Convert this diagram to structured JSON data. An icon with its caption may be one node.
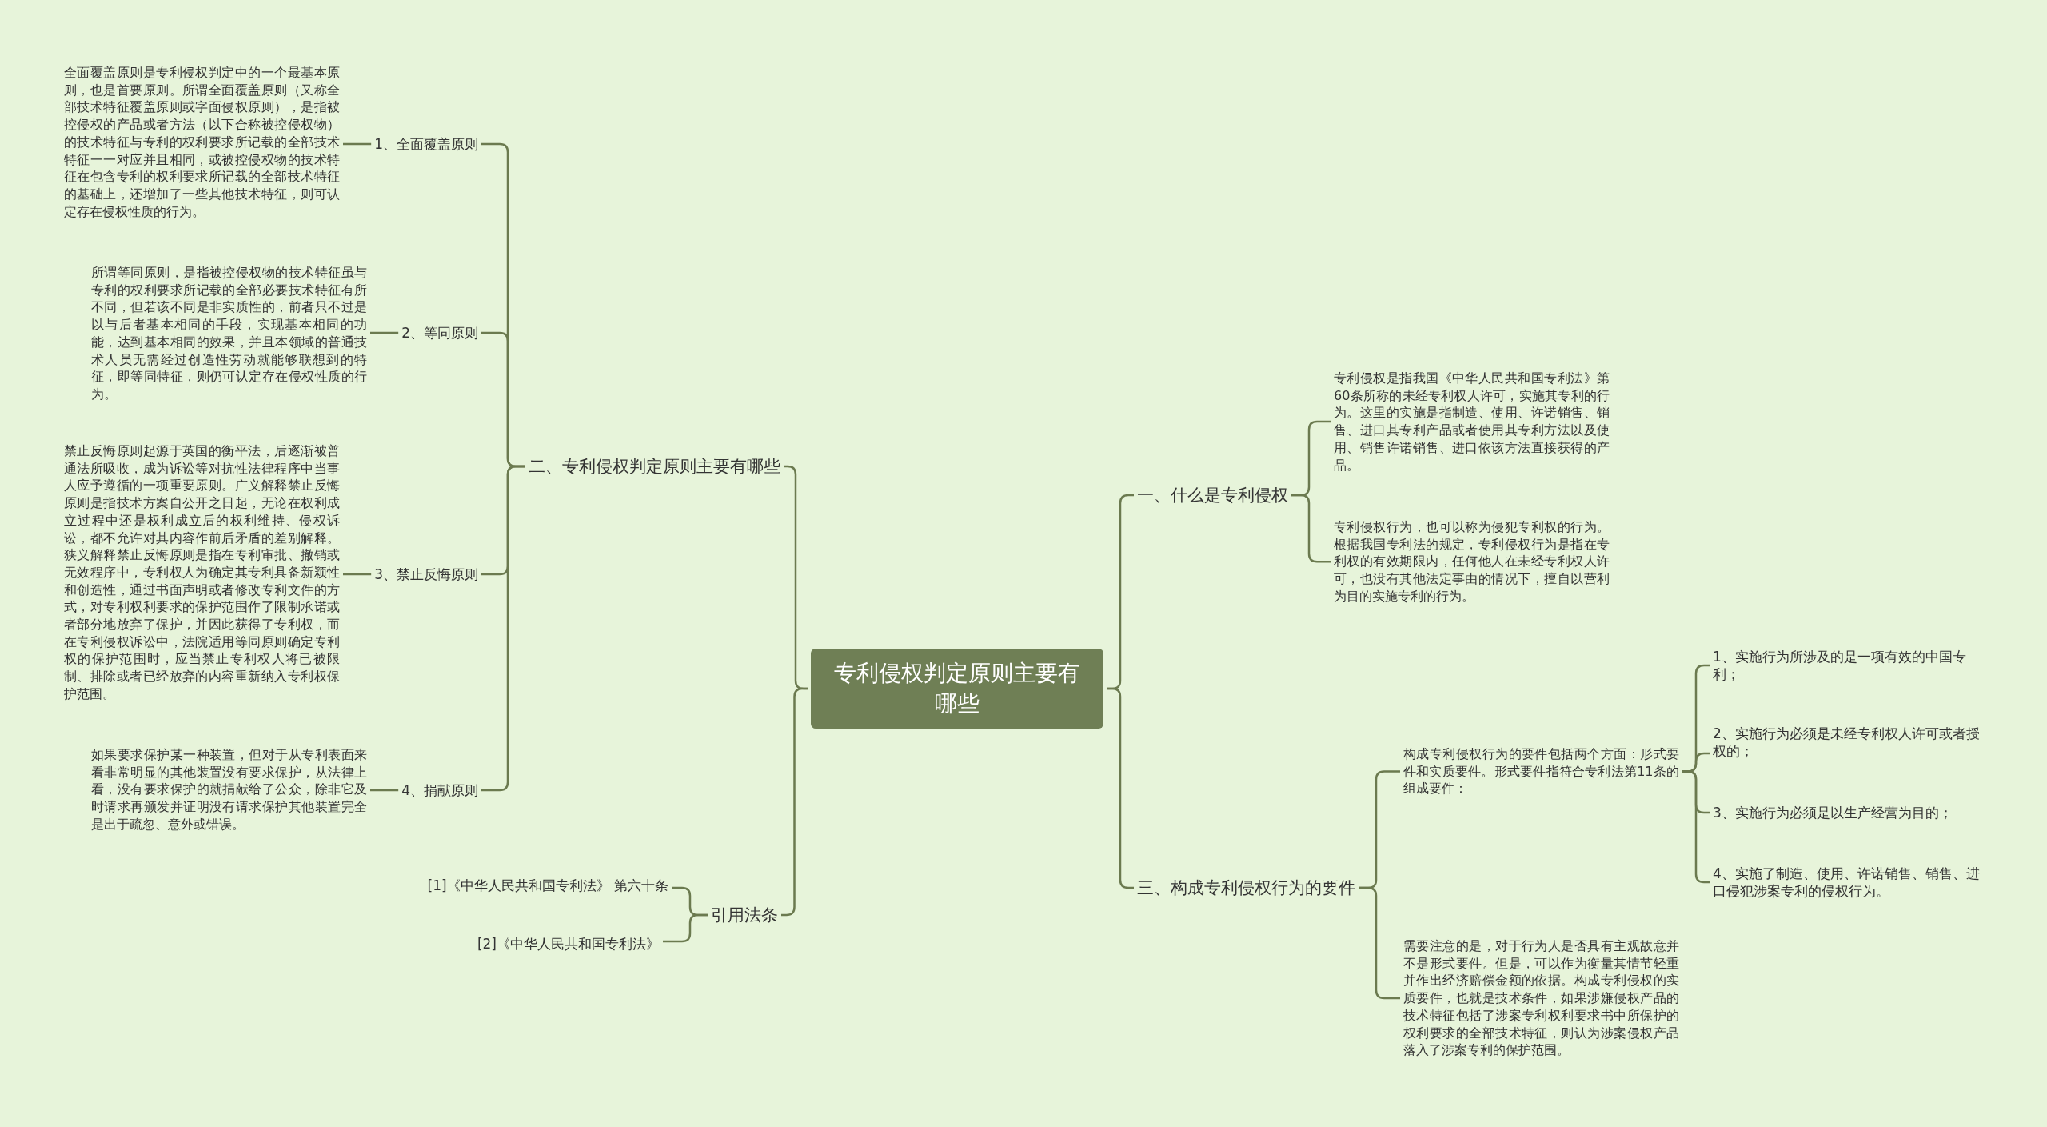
{
  "diagram": {
    "nodes": [
      {
        "text": [
          "专利侵权判定原则主要有哪些"
        ]
      },
      {
        "text": [
          "二、专利侵权判定原则主要有哪些"
        ]
      },
      {
        "text": [
          "1、全面覆盖原则"
        ]
      },
      {
        "text": [
          "全面覆盖原则是专利侵权判定中的一个最基本原则，也是首要原则。所谓全面覆盖原则（又称全部技术特征覆盖原则或字面侵权原则），是指被控侵权的产品或者方法（以下合称被控侵权物）的技术特征与专利的权利要求所记载的全部技术特征一一对应并且相同，或被控侵权物的技术特征在包含专利的权利要求所记载的全部技术特征的基础上，还增加了一些其他技术特征，则可认定存在侵权性质的行为。"
        ]
      },
      {
        "text": [
          "2、等同原则"
        ]
      },
      {
        "text": [
          "所谓等同原则，是指被控侵权物的技术特征虽与专利的权利要求所记载的全部必要技术特征有所不同，但若该不同是非实质性的，前者只不过是以与后者基本相同的手段，实现基本相同的功能，达到基本相同的效果，并且本领域的普通技术人员无需经过创造性劳动就能够联想到的特征，即等同特征，则仍可认定存在侵权性质的行为。"
        ]
      },
      {
        "text": [
          "3、禁止反悔原则"
        ]
      },
      {
        "text": [
          "禁止反悔原则起源于英国的衡平法，后逐渐被普通法所吸收，成为诉讼等对抗性法律程序中当事人应予遵循的一项重要原则。广义解释禁止反悔原则是指技术方案自公开之日起，无论在权利成立过程中还是权利成立后的权利维持、侵权诉讼，都不允许对其内容作前后矛盾的差别解释。狭义解释禁止反悔原则是指在专利审批、撤销或无效程序中，专利权人为确定其专利具备新颖性和创造性，通过书面声明或者修改专利文件的方式，对专利权利要求的保护范围作了限制承诺或者部分地放弃了保护，并因此获得了专利权，而在专利侵权诉讼中，法院适用等同原则确定专利权的保护范围时，应当禁止专利权人将已被限制、排除或者已经放弃的内容重新纳入专利权保护范围。"
        ]
      },
      {
        "text": [
          "4、捐献原则"
        ]
      },
      {
        "text": [
          "如果要求保护某一种装置，但对于从专利表面来看非常明显的其他装置没有要求保护，从法律上看，没有要求保护的就捐献给了公众，除非它及时请求再颁发并证明没有请求保护其他装置完全是出于疏忽、意外或错误。"
        ]
      },
      {
        "text": [
          "引用法条"
        ]
      },
      {
        "text": [
          "[1]《中华人民共和国专利法》 第六十条"
        ]
      },
      {
        "text": [
          "[2]《中华人民共和国专利法》"
        ]
      },
      {
        "text": [
          "一、什么是专利侵权"
        ]
      },
      {
        "text": [
          "专利侵权是指我国《中华人民共和国专利法》第60条所称的未经专利权人许可，实施其专利的行为。这里的实施是指制造、使用、许诺销售、销售、进口其专利产品或者使用其专利方法以及使用、销售许诺销售、进口依该方法直接获得的产品。"
        ]
      },
      {
        "text": [
          "专利侵权行为，也可以称为侵犯专利权的行为。根据我国专利法的规定，专利侵权行为是指在专利权的有效期限内，任何他人在未经专利权人许可，也没有其他法定事由的情况下，擅自以营利为目的实施专利的行为。"
        ]
      },
      {
        "text": [
          "三、构成专利侵权行为的要件"
        ]
      },
      {
        "text": [
          "构成专利侵权行为的要件包括两个方面：形式要件和实质要件。形式要件指符合专利法第11条的组成要件："
        ]
      },
      {
        "text": [
          "需要注意的是，对于行为人是否具有主观故意并不是形式要件。但是，可以作为衡量其情节轻重并作出经济赔偿金额的依据。构成专利侵权的实质要件，也就是技术条件，如果涉嫌侵权产品的技术特征包括了涉案专利权利要求书中所保护的权利要求的全部技术特征，则认为涉案侵权产品落入了涉案专利的保护范围。"
        ]
      },
      {
        "text": [
          "1、实施行为所涉及的是一项有效的中国专利；"
        ]
      },
      {
        "text": [
          "2、实施行为必须是未经专利权人许可或者授权的；"
        ]
      },
      {
        "text": [
          "3、实施行为必须是以生产经营为目的；"
        ]
      },
      {
        "text": [
          "4、实施了制造、使用、许诺销售、销售、进口侵犯涉案专利的侵权行为。"
        ]
      }
    ],
    "edges": [
      {
        "from": 0,
        "to": 1,
        "arrow": "none"
      },
      {
        "from": 0,
        "to": 10,
        "arrow": "none"
      },
      {
        "from": 0,
        "to": 13,
        "arrow": "none"
      },
      {
        "from": 0,
        "to": 16,
        "arrow": "none"
      },
      {
        "from": 1,
        "to": 2,
        "arrow": "none"
      },
      {
        "from": 1,
        "to": 4,
        "arrow": "none"
      },
      {
        "from": 1,
        "to": 6,
        "arrow": "none"
      },
      {
        "from": 1,
        "to": 8,
        "arrow": "none"
      },
      {
        "from": 2,
        "to": 3,
        "arrow": "none"
      },
      {
        "from": 4,
        "to": 5,
        "arrow": "none"
      },
      {
        "from": 6,
        "to": 7,
        "arrow": "none"
      },
      {
        "from": 8,
        "to": 9,
        "arrow": "none"
      },
      {
        "from": 10,
        "to": 11,
        "arrow": "none"
      },
      {
        "from": 10,
        "to": 12,
        "arrow": "none"
      },
      {
        "from": 13,
        "to": 14,
        "arrow": "none"
      },
      {
        "from": 13,
        "to": 15,
        "arrow": "none"
      },
      {
        "from": 16,
        "to": 17,
        "arrow": "none"
      },
      {
        "from": 16,
        "to": 18,
        "arrow": "none"
      },
      {
        "from": 17,
        "to": 19,
        "arrow": "none"
      },
      {
        "from": 17,
        "to": 20,
        "arrow": "none"
      },
      {
        "from": 17,
        "to": 21,
        "arrow": "none"
      },
      {
        "from": 17,
        "to": 22,
        "arrow": "none"
      }
    ]
  }
}
